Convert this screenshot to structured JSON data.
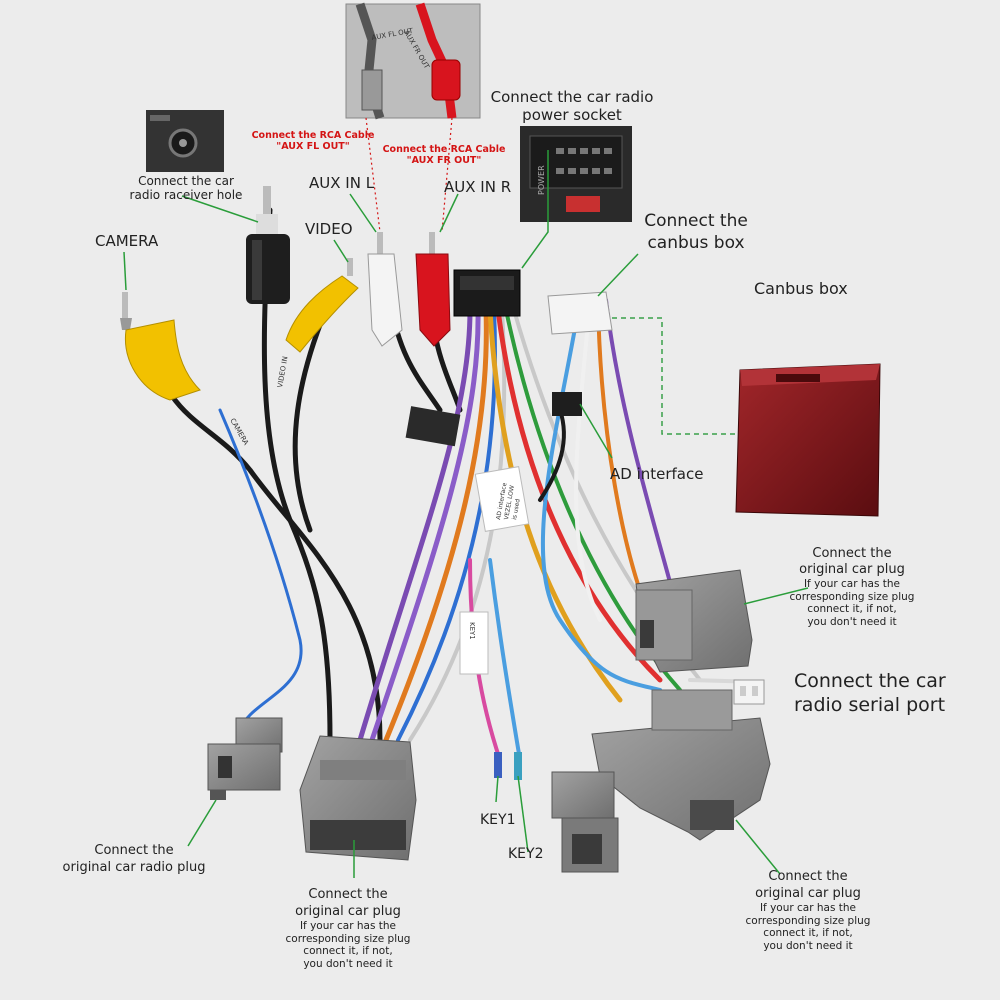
{
  "labels": {
    "power_socket": [
      "Connect the car radio",
      "power socket"
    ],
    "canbus_connect": [
      "Connect the",
      "canbus box"
    ],
    "canbus_box": "Canbus box",
    "ad_interface": "AD interface",
    "aux_in_l": "AUX IN L",
    "aux_in_r": "AUX IN R",
    "video": "VIDEO",
    "camera": "CAMERA",
    "receiver_hole": [
      "Connect the  car",
      "radio raceiver hole"
    ],
    "rca_fl": [
      "Connect the RCA Cable",
      "\"AUX FL OUT\""
    ],
    "rca_fr": [
      "Connect the RCA Cable",
      "\"AUX FR OUT\""
    ],
    "orig_plug_top": {
      "title": [
        "Connect the",
        "original car plug"
      ],
      "note": [
        "If your car has the",
        "corresponding size plug",
        "connect it, if not,",
        "you don't need it"
      ]
    },
    "serial_port": [
      "Connect the car",
      "radio  serial port"
    ],
    "radio_plug": [
      "Connect the",
      "original car radio plug"
    ],
    "orig_plug_bottom": {
      "title": [
        "Connect the",
        "original car plug"
      ],
      "note": [
        "If your car has the",
        "corresponding size plug",
        "connect it, if not,",
        "you don't need it"
      ]
    },
    "orig_plug_right": {
      "title": [
        "Connect the",
        "original car plug"
      ],
      "note": [
        "If your car has the",
        "corresponding size plug",
        "connect it, if not,",
        "you don't need it"
      ]
    },
    "key1": "KEY1",
    "key2": "KEY2"
  },
  "photo_tags": {
    "aux_fl_out": "AUX FL OUT",
    "aux_fr_out": "AUX FR OUT",
    "power": "POWER",
    "camera_tag": "CAMERA",
    "video_in_tag": "VIDEO IN",
    "ad_tag": [
      "AD interface",
      "VEZEL LOW",
      "is used"
    ],
    "key1_tag": "KEY1"
  },
  "colors": {
    "leader": "#2a9d3a",
    "dashed": "#3aa04a",
    "note_red": "#d41414",
    "canbus": "#7a1414",
    "plug_gray": "#8a8a8a",
    "rca_yellow": "#f2c100",
    "rca_red": "#d8141e",
    "rca_white": "#f4f4f4"
  }
}
